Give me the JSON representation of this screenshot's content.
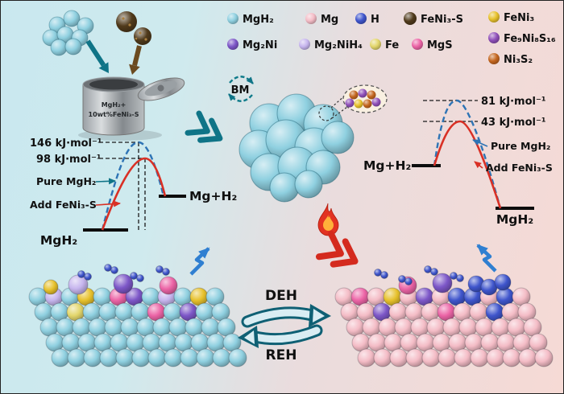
{
  "species_colors": {
    "MgH2": "#8fd0e0",
    "Mg": "#f4bcc6",
    "H": "#3f55cc",
    "FeNi3S": "#503a1b",
    "FeNi3": "#e7c12c",
    "Mg2Ni": "#7d57c8",
    "Mg2NiH4": "#c6b5ee",
    "Fe": "#e3d66b",
    "MgS": "#ec64a6",
    "Fe9Ni8S16": "#9050ba",
    "Ni3S2": "#c4661f"
  },
  "legend": {
    "items": [
      {
        "key": "MgH2",
        "label": "MgH₂"
      },
      {
        "key": "Mg",
        "label": "Mg"
      },
      {
        "key": "H",
        "label": "H"
      },
      {
        "key": "FeNi3S",
        "label": "FeNi₃-S"
      },
      {
        "key": "Mg2Ni",
        "label": "Mg₂Ni"
      },
      {
        "key": "Mg2NiH4",
        "label": "Mg₂NiH₄"
      },
      {
        "key": "Fe",
        "label": "Fe"
      },
      {
        "key": "MgS",
        "label": "MgS"
      },
      {
        "key": "FeNi3",
        "label": "FeNi₃"
      },
      {
        "key": "Fe9Ni8S16",
        "label": "Fe₉Ni₈S₁₆"
      },
      {
        "key": "Ni3S2",
        "label": "Ni₃S₂"
      }
    ]
  },
  "mill": {
    "canister_line1": "MgH₂+",
    "canister_line2": "10wt%FeNi₃-S",
    "bm_label": "BM"
  },
  "left_diagram": {
    "barrier_pure": "146 kJ·mol⁻¹",
    "barrier_added": "98 kJ·mol⁻¹",
    "curve_pure_label": "Pure MgH₂",
    "curve_added_label": "Add FeNi₃-S",
    "state_start": "MgH₂",
    "state_end": "Mg+H₂"
  },
  "right_diagram": {
    "barrier_pure": "81 kJ·mol⁻¹",
    "barrier_added": "43 kJ·mol⁻¹",
    "curve_pure_label": "Pure MgH₂",
    "curve_added_label": "Add FeNi₃-S",
    "state_start": "Mg+H₂",
    "state_end": "MgH₂"
  },
  "cycle": {
    "forward": "DEH",
    "reverse": "REH"
  },
  "colors": {
    "pure_left": "#0f7b8a",
    "pure_right": "#2e74b5",
    "added": "#d93025",
    "curve_pure": "#2e74b5",
    "teal_arrow": "#0f7487",
    "bolt_blue": "#2f7fd1"
  }
}
